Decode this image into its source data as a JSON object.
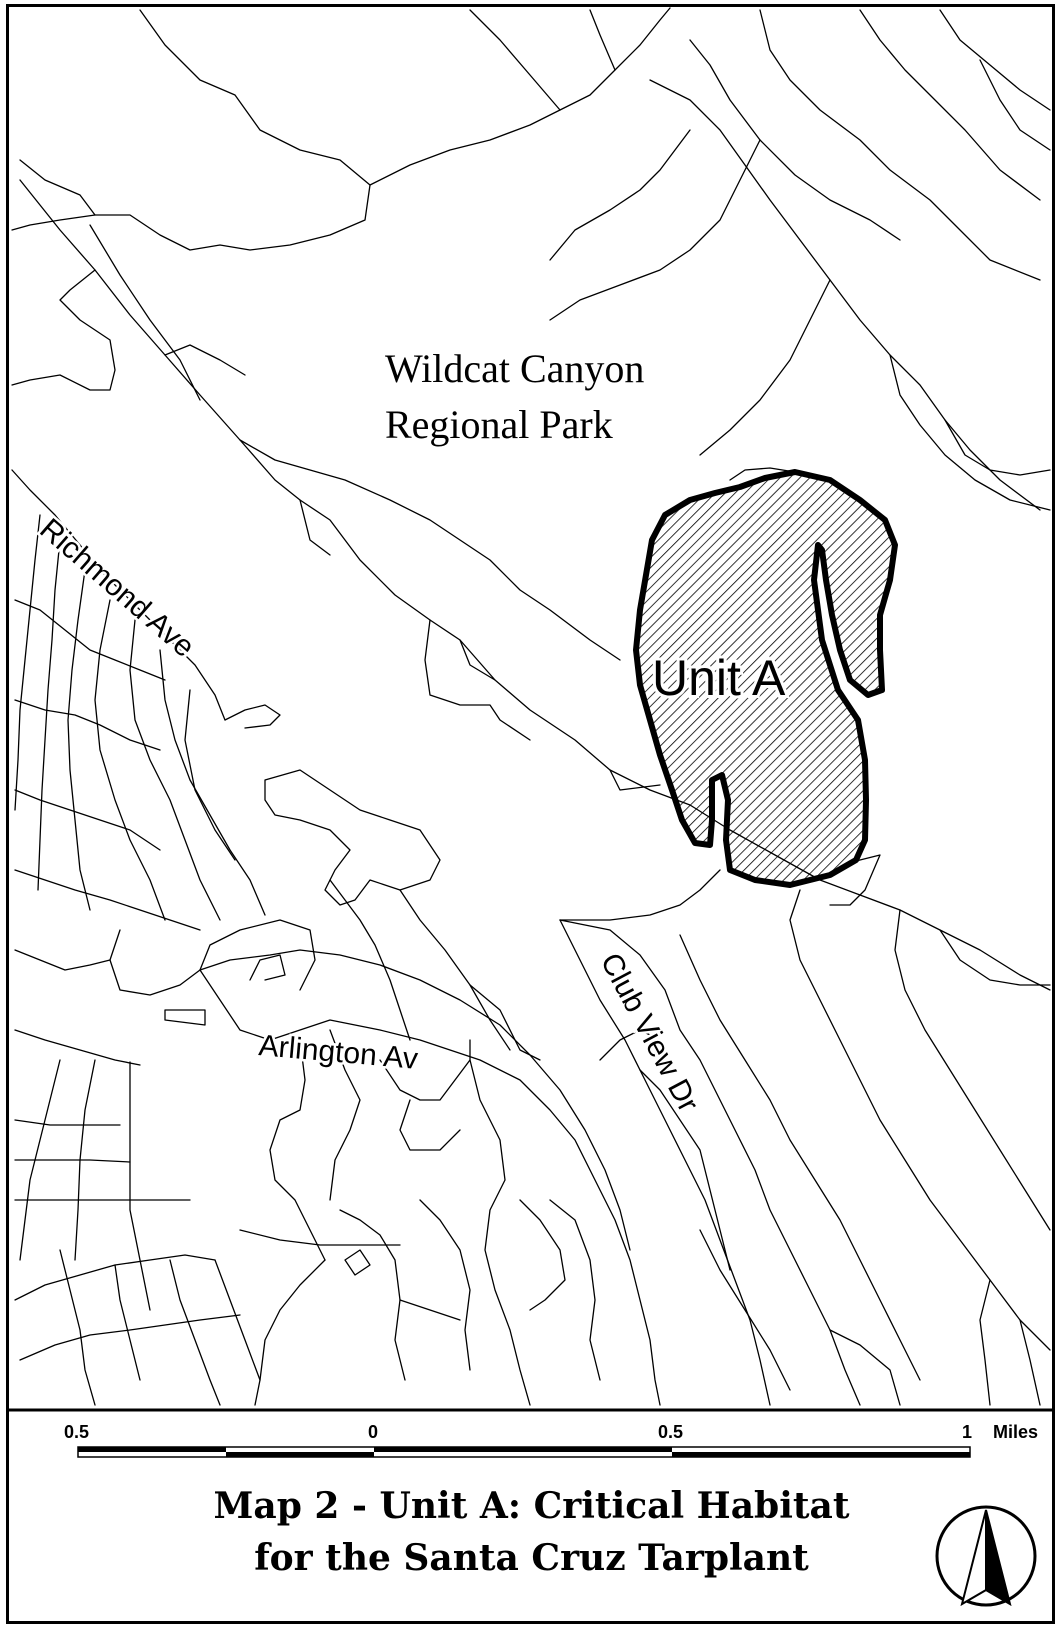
{
  "map": {
    "park_label_line1": "Wildcat Canyon",
    "park_label_line2": "Regional Park",
    "unit_label": "Unit A",
    "streets": {
      "richmond": "Richmond Ave",
      "arlington": "Arlington Av",
      "club_view": "Club View Dr"
    }
  },
  "scale_bar": {
    "ticks": [
      "0.5",
      "0",
      "0.5",
      "1"
    ],
    "unit": "Miles"
  },
  "title": {
    "line1": "Map  2 -  Unit A: Critical Habitat",
    "line2": "for the Santa Cruz Tarplant"
  },
  "north_arrow": {
    "icon": "north-arrow-icon"
  },
  "colors": {
    "ink": "#000000",
    "paper": "#ffffff"
  }
}
